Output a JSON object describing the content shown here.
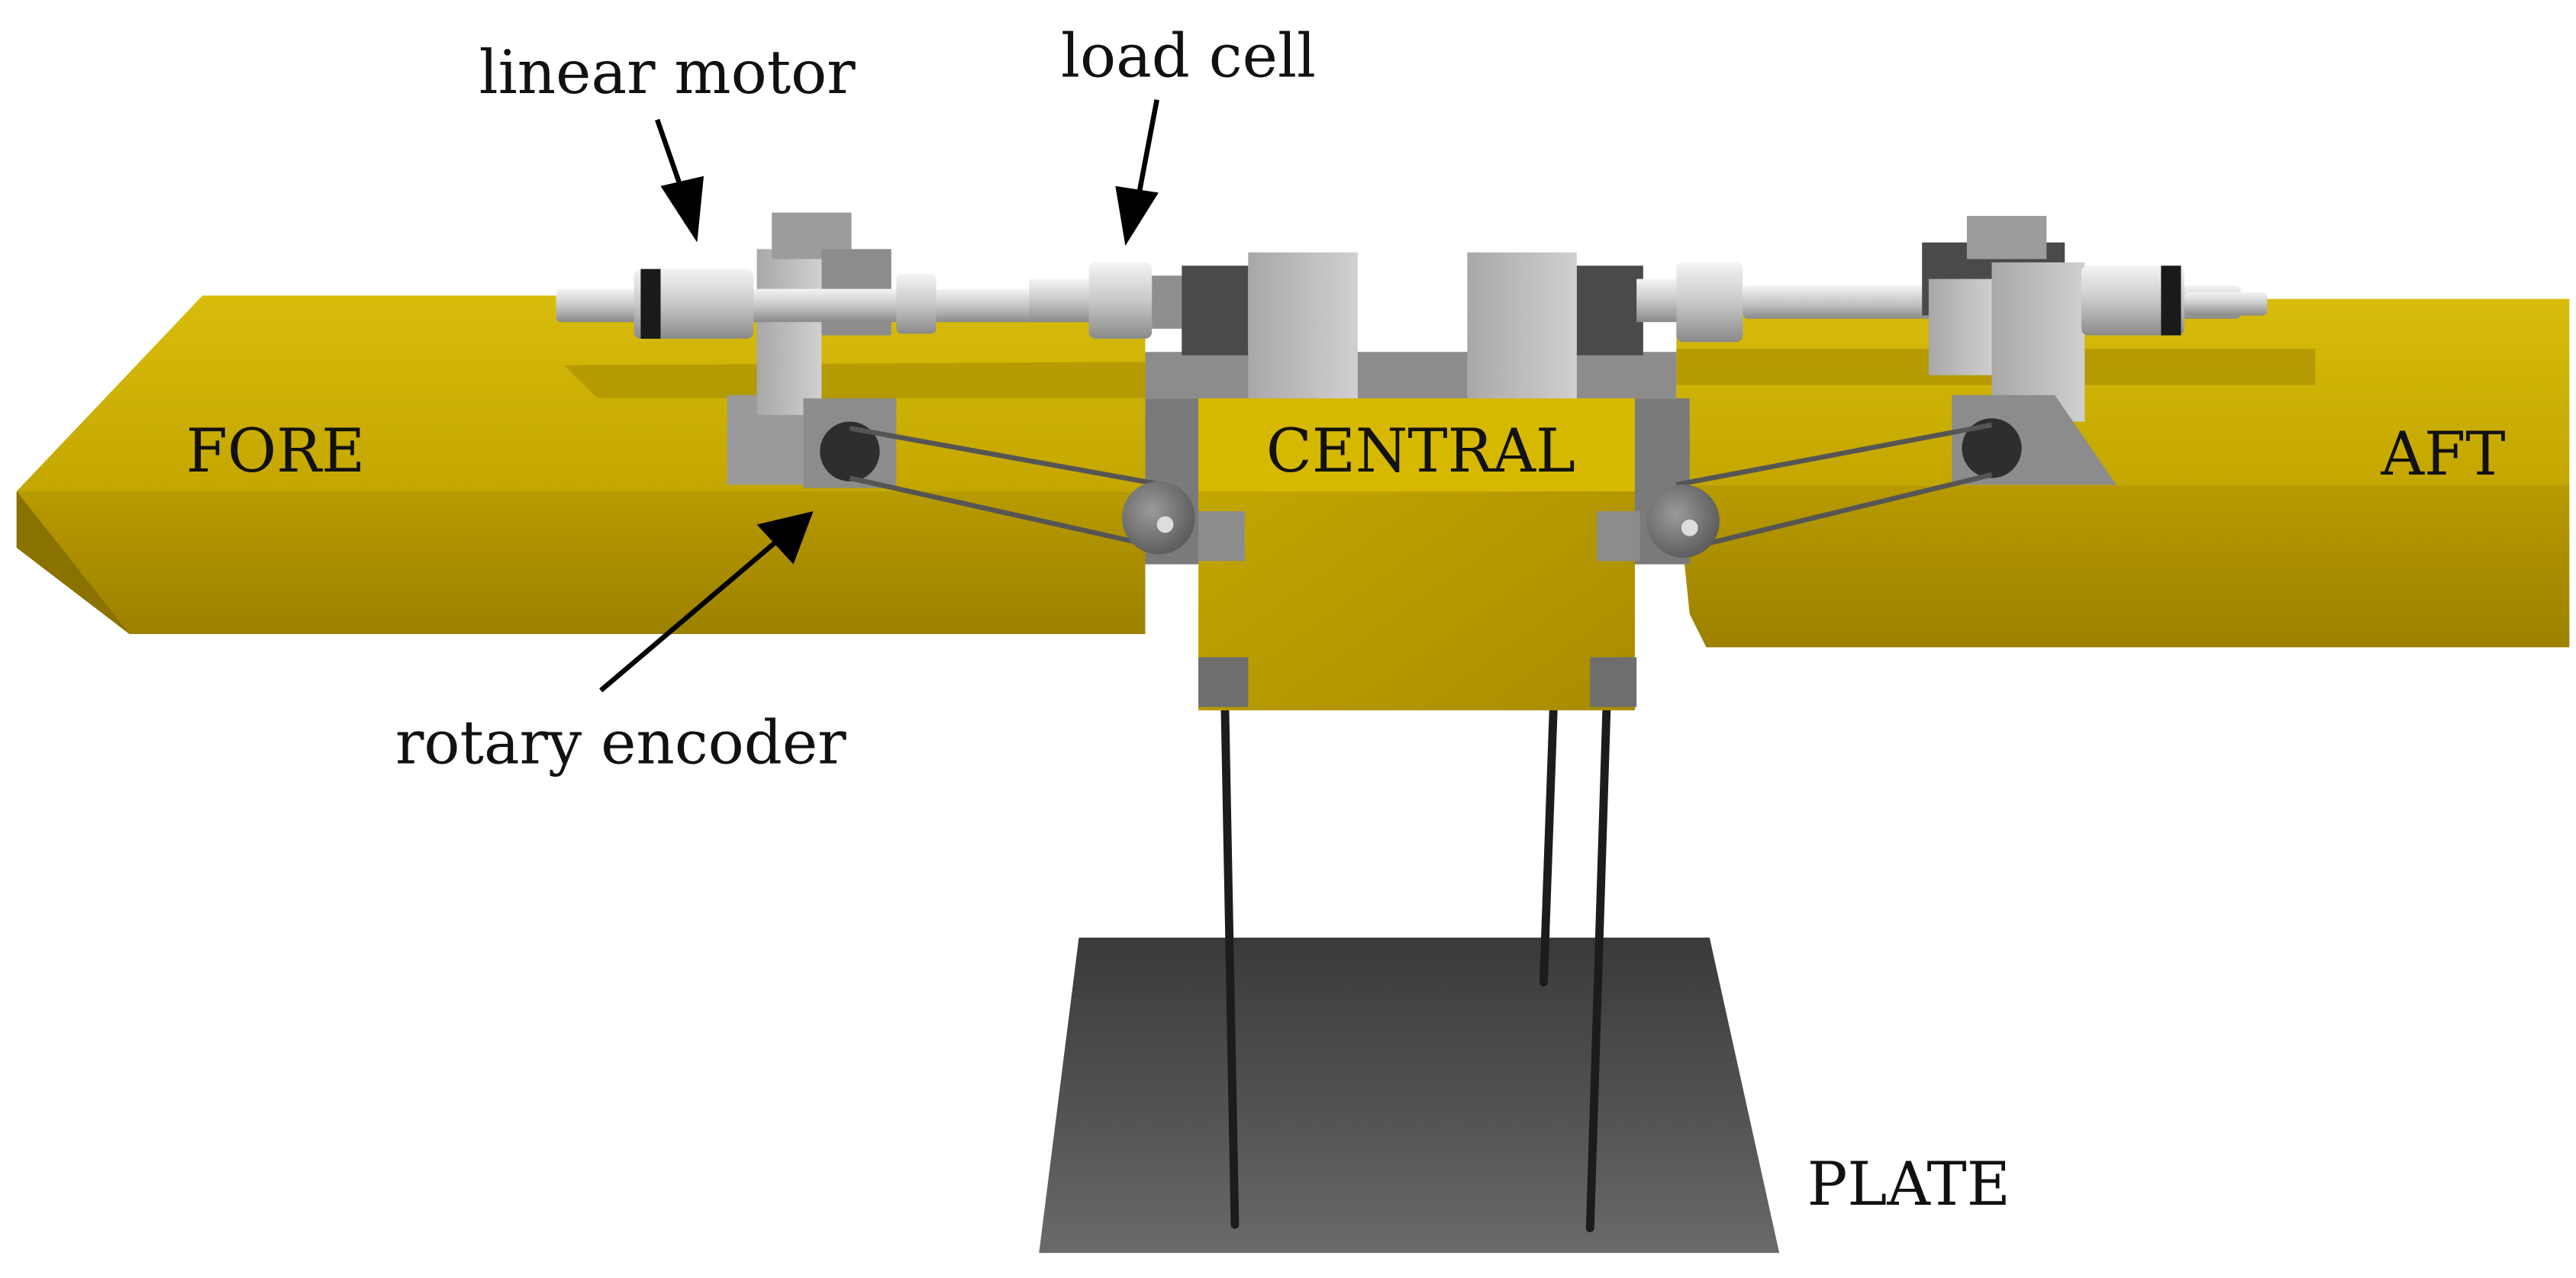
{
  "labels": {
    "linear_motor": "linear motor",
    "load_cell": "load cell",
    "rotary_encoder": "rotary encoder",
    "fore": "FORE",
    "central": "CENTRAL",
    "aft": "AFT",
    "plate": "PLATE"
  },
  "colors": {
    "hull_top": "#d2b400",
    "hull_front": "#b49600",
    "hull_side": "#8e7500",
    "metal": "#b8b8b8",
    "metal_dark": "#6e6e6e",
    "plate": "#4a4a4a",
    "rod": "#222222"
  }
}
